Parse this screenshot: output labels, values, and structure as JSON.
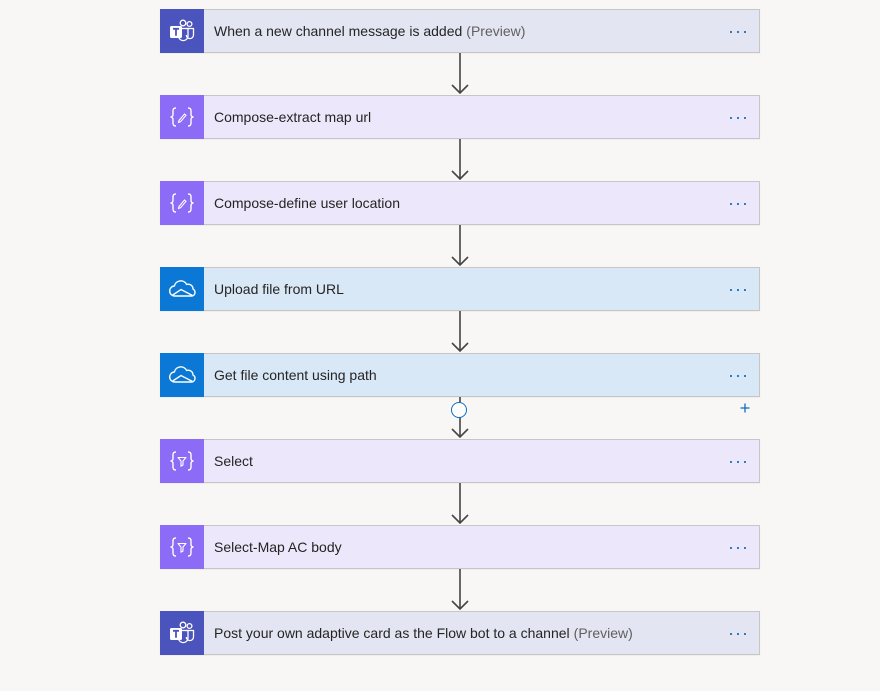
{
  "steps": [
    {
      "type": "teams",
      "icon": "teams-icon",
      "title": "When a new channel message is added",
      "suffix": "(Preview)",
      "menu": "···"
    },
    {
      "type": "compose",
      "icon": "compose-icon",
      "title": "Compose-extract map url",
      "suffix": "",
      "menu": "···"
    },
    {
      "type": "compose",
      "icon": "compose-icon",
      "title": "Compose-define user location",
      "suffix": "",
      "menu": "···"
    },
    {
      "type": "onedrive",
      "icon": "onedrive-icon",
      "title": "Upload file from URL",
      "suffix": "",
      "menu": "···"
    },
    {
      "type": "onedrive",
      "icon": "onedrive-icon",
      "title": "Get file content using path",
      "suffix": "",
      "menu": "···"
    },
    {
      "type": "select",
      "icon": "select-icon",
      "title": "Select",
      "suffix": "",
      "menu": "···"
    },
    {
      "type": "select",
      "icon": "select-icon",
      "title": "Select-Map AC body",
      "suffix": "",
      "menu": "···"
    },
    {
      "type": "teams",
      "icon": "teams-icon",
      "title": "Post your own adaptive card as the Flow bot to a channel",
      "suffix": "(Preview)",
      "menu": "···"
    }
  ],
  "insert_after_step": 4,
  "colors": {
    "teams_icon_bg": "#4b53bc",
    "compose_icon_bg": "#8c6cf6",
    "onedrive_icon_bg": "#0a78d4",
    "link_blue": "#0f6cbd"
  }
}
